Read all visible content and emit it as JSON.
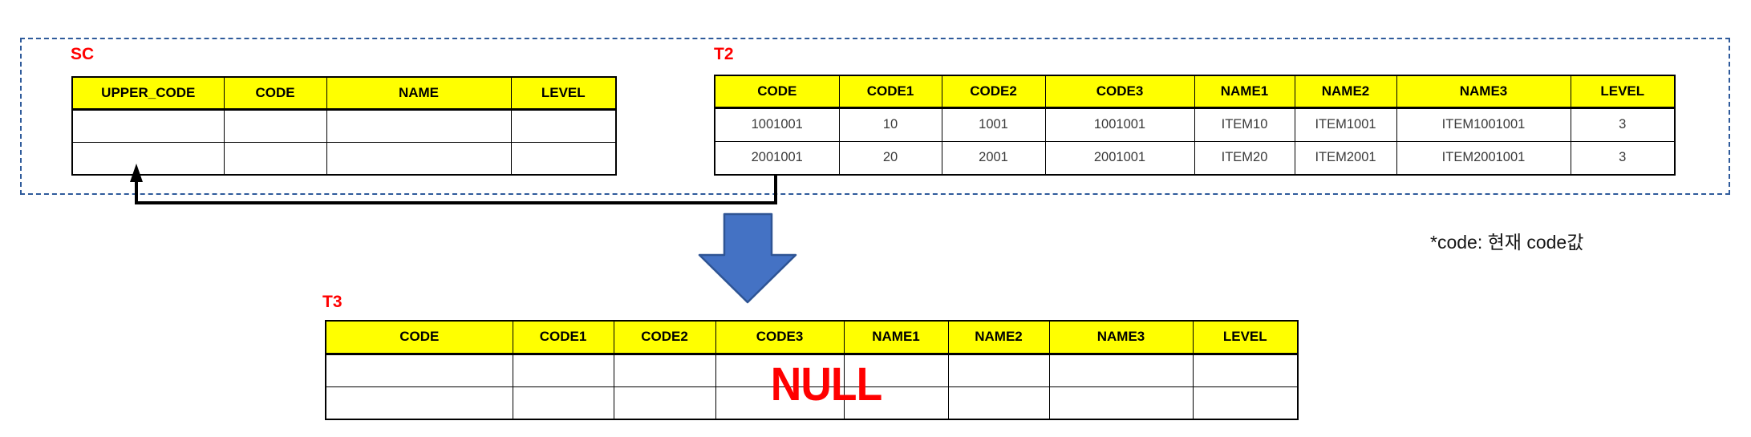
{
  "diagram": {
    "labels": {
      "sc": "SC",
      "t2": "T2",
      "t3": "T3"
    },
    "null_overlay": "NULL",
    "note": "*code: 현재 code값"
  },
  "sc": {
    "headers": [
      "UPPER_CODE",
      "CODE",
      "NAME",
      "LEVEL"
    ],
    "rows": [
      [
        "",
        "",
        "",
        ""
      ],
      [
        "",
        "",
        "",
        ""
      ]
    ]
  },
  "t2": {
    "headers": [
      "CODE",
      "CODE1",
      "CODE2",
      "CODE3",
      "NAME1",
      "NAME2",
      "NAME3",
      "LEVEL"
    ],
    "rows": [
      [
        "1001001",
        "10",
        "1001",
        "1001001",
        "ITEM10",
        "ITEM1001",
        "ITEM1001001",
        "3"
      ],
      [
        "2001001",
        "20",
        "2001",
        "2001001",
        "ITEM20",
        "ITEM2001",
        "ITEM2001001",
        "3"
      ]
    ]
  },
  "t3": {
    "headers": [
      "CODE",
      "CODE1",
      "CODE2",
      "CODE3",
      "NAME1",
      "NAME2",
      "NAME3",
      "LEVEL"
    ],
    "rows": [
      [
        "",
        "",
        "",
        "",
        "",
        "",
        "",
        ""
      ],
      [
        "",
        "",
        "",
        "",
        "",
        "",
        "",
        ""
      ]
    ]
  },
  "colors": {
    "header_bg": "#FFFF00",
    "key_column_bg": "#1CA9E2",
    "level_column_bg": "#E2EFDA",
    "label_color": "#FF0000",
    "null_color": "#FF0000",
    "flow_arrow_fill": "#4472C4",
    "flow_arrow_border": "#2E5494",
    "dashed_box_border": "#2F5B9B",
    "reference_arrow": "#000000"
  }
}
